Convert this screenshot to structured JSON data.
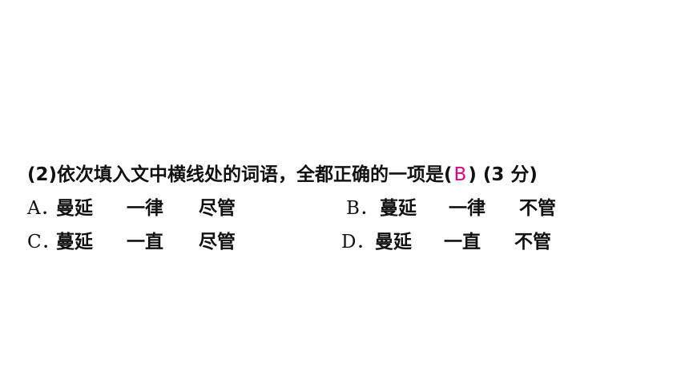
{
  "question": {
    "prefix": "(2)依次填入文中横线处的词语，全都正确的一项是(",
    "answer": "B",
    "suffix": ") (3 分)"
  },
  "options": [
    {
      "letter": "A．",
      "words": [
        "曼延",
        "一律",
        "尽管"
      ]
    },
    {
      "letter": "B．",
      "words": [
        "蔓延",
        "一律",
        "不管"
      ]
    },
    {
      "letter": "C．",
      "words": [
        "蔓延",
        "一直",
        "尽管"
      ]
    },
    {
      "letter": "D．",
      "words": [
        "曼延",
        "一直",
        "不管"
      ]
    }
  ],
  "colors": {
    "text": "#111111",
    "answer": "#e6007e"
  }
}
